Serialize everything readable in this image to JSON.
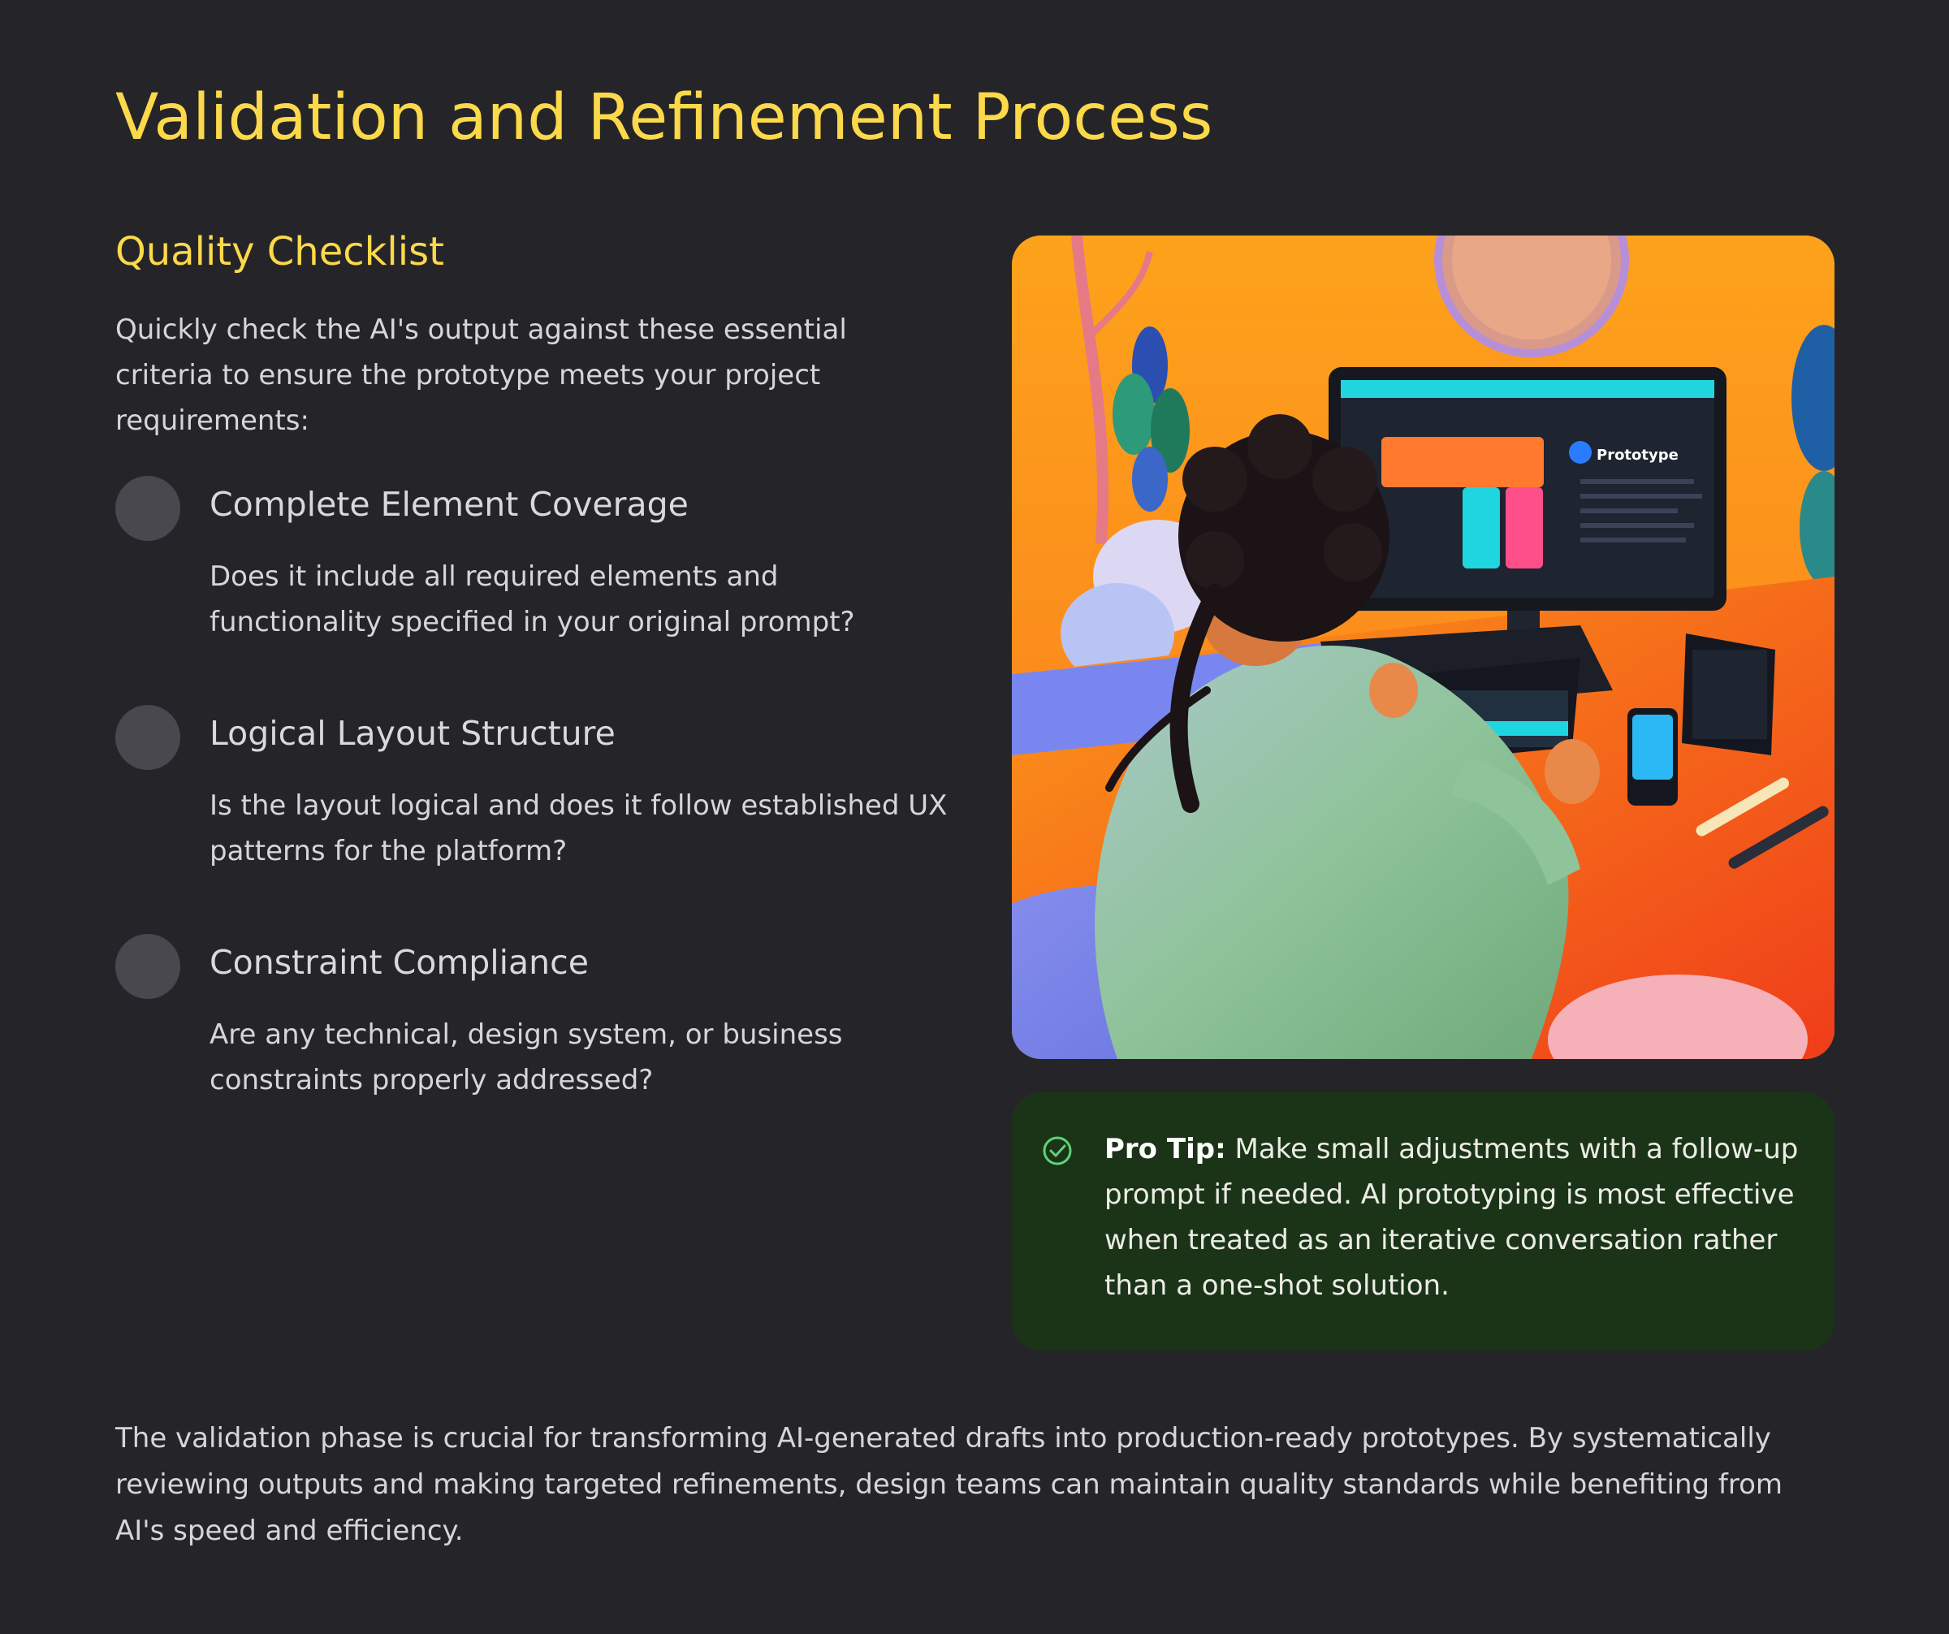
{
  "page": {
    "title": "Validation and Refinement Process"
  },
  "checklist": {
    "heading": "Quality Checklist",
    "intro": "Quickly check the AI's output against these essential criteria to ensure the prototype meets your project requirements:",
    "items": [
      {
        "title": "Complete Element Coverage",
        "description": "Does it include all required elements and functionality specified in your original prompt?"
      },
      {
        "title": "Logical Layout Structure",
        "description": "Is the layout logical and does it follow established UX patterns for the platform?"
      },
      {
        "title": "Constraint Compliance",
        "description": "Are any technical, design system, or business constraints properly addressed?"
      }
    ]
  },
  "illustration": {
    "screen_label": "Prototype",
    "icon": "person-at-desk-illustration"
  },
  "tip": {
    "label": "Pro Tip:",
    "text": " Make small adjustments with a follow-up prompt if needed. AI prototyping is most effective when treated as an iterative conversation rather than a one-shot solution.",
    "icon": "check-circle-icon"
  },
  "summary": {
    "text": "The validation phase is crucial for transforming AI-generated drafts into production-ready prototypes. By systematically reviewing outputs and making targeted refinements, design teams can maintain quality standards while benefiting from AI's speed and efficiency."
  },
  "colors": {
    "background": "#252529",
    "accent": "#fcd94a",
    "tip_background": "#1b3417",
    "tip_icon": "#5fd37a"
  }
}
